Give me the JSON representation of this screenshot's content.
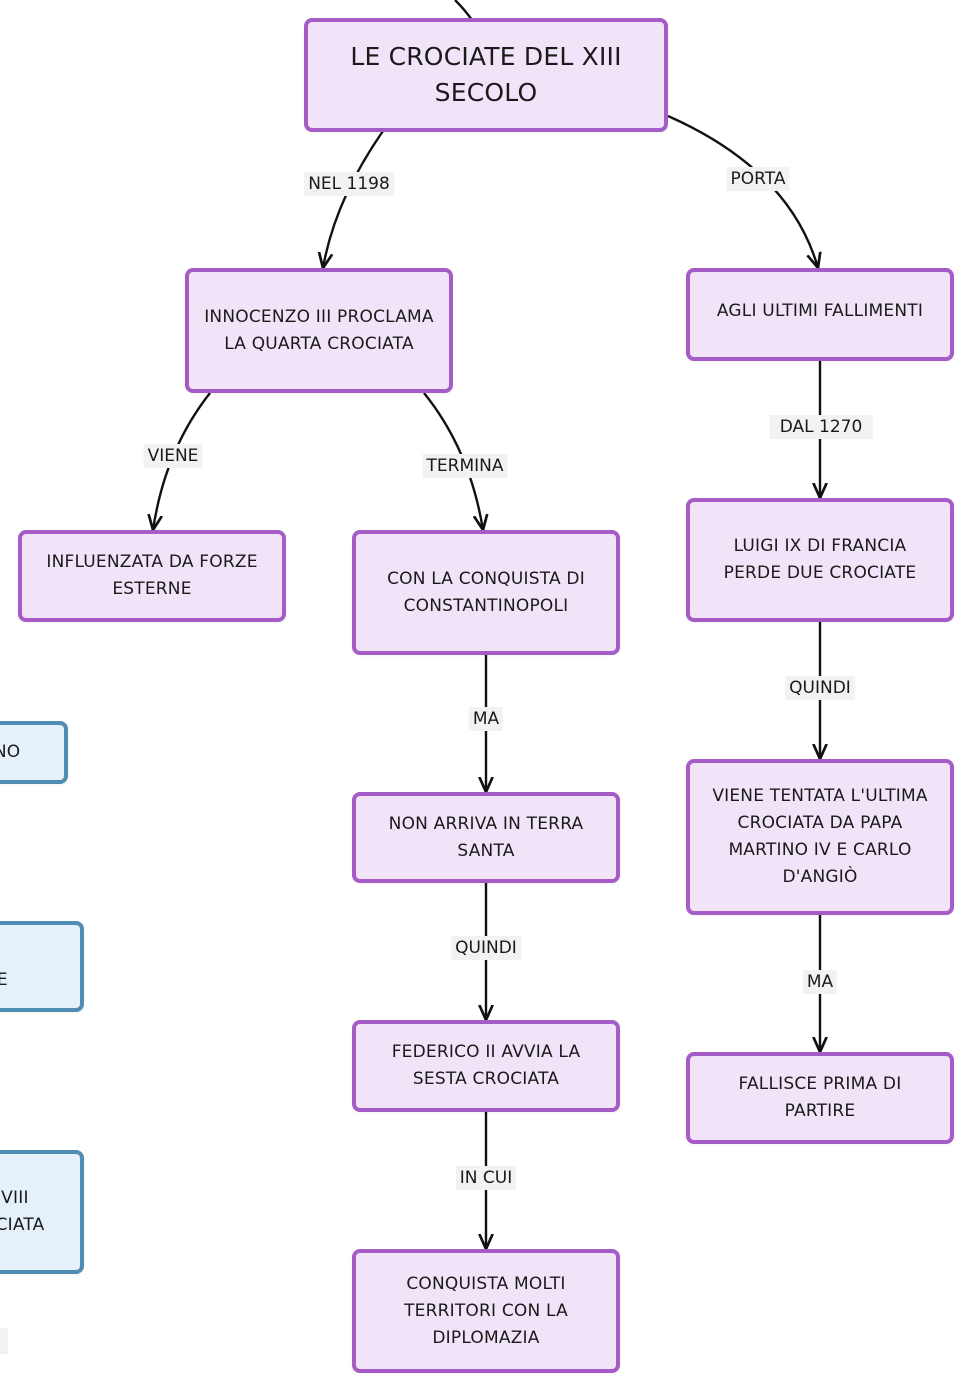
{
  "diagram": {
    "title": "LE CROCIATE DEL XIII\nSECOLO",
    "nodes": {
      "innocenzo": "INNOCENZO III PROCLAMA\nLA QUARTA CROCIATA",
      "fallimenti": "AGLI ULTIMI FALLIMENTI",
      "influenzata": "INFLUENZATA DA FORZE\nESTERNE",
      "conquista_costantinopoli": "CON LA CONQUISTA DI\nCONSTANTINOPOLI",
      "luigi": "LUIGI IX DI FRANCIA\nPERDE DUE CROCIATE",
      "non_arriva": "NON ARRIVA IN TERRA\nSANTA",
      "tentata": "VIENE TENTATA L'ULTIMA\nCROCIATA DA PAPA\nMARTINO IV E CARLO\nD'ANGIÒ",
      "federico": "FEDERICO II AVVIA LA\nSESTA CROCIATA",
      "fallisce": "FALLISCE PRIMA DI\nPARTIRE",
      "conquista_territori": "CONQUISTA MOLTI\nTERRITORI CON LA\nDIPLOMAZIA",
      "partial_1": "ANO",
      "partial_2": "A\nME",
      "partial_3": "O VIII\nOCIATA"
    },
    "edge_labels": {
      "nel_1198": "NEL 1198",
      "porta": "PORTA",
      "viene": "VIENE",
      "termina": "TERMINA",
      "dal_1270": "DAL 1270",
      "quindi_right": "QUINDI",
      "ma_center": "MA",
      "quindi_center": "QUINDI",
      "ma_right": "MA",
      "in_cui": "IN CUI"
    }
  },
  "colors": {
    "node_border": "#a55cc7",
    "node_fill": "#f1e4f8",
    "side_node_border": "#4f8db2",
    "side_node_fill": "#e4f1fb",
    "edge": "#111111",
    "label_bg": "#f2f2f2"
  }
}
